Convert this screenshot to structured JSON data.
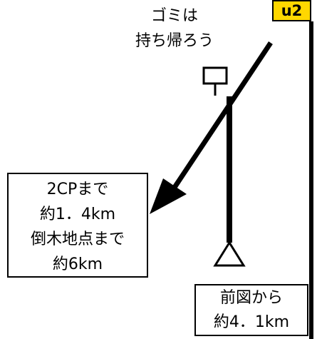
{
  "page_id": "u2",
  "notice": {
    "line1": "ゴミは",
    "line2": "持ち帰ろう"
  },
  "cp_info": {
    "line1": "2CPまで",
    "line2": "約1．4km",
    "line3": "倒木地点まで",
    "line4": "約6km"
  },
  "previous_map": {
    "line1": "前図から",
    "line2": "約4．1km"
  },
  "icons": {
    "sign": "signpost-icon",
    "arrow": "route-arrow-icon",
    "start": "triangle-start-icon"
  },
  "colors": {
    "badge": "#ffd700",
    "ink": "#000000",
    "background": "#ffffff"
  }
}
